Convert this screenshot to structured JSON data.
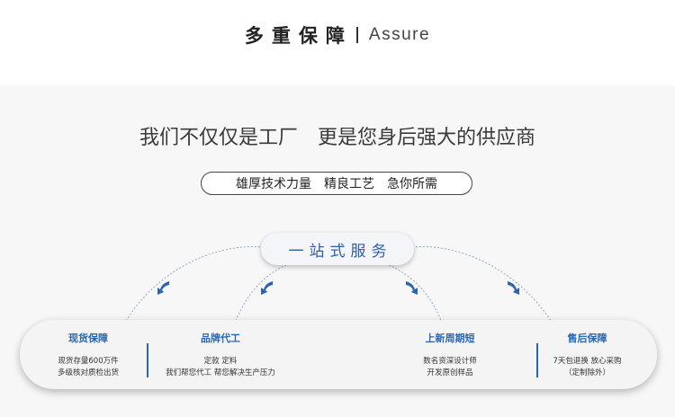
{
  "header": {
    "title_cn": "多重保障",
    "title_en": "Assure"
  },
  "slogan": "我们不仅仅是工厂　更是您身后强大的供应商",
  "pill": "雄厚技术力量　精良工艺　急你所需",
  "service": "一站式服务",
  "features": [
    {
      "title": "现货保障",
      "lines": [
        "现货存量600万件",
        "多级核对质检出货"
      ]
    },
    {
      "title": "品牌代工",
      "lines": [
        "定款 定料",
        "我们帮您代工 帮您解决生产压力"
      ]
    },
    {
      "title": "上新周期短",
      "lines": [
        "数名资深设计师",
        "开发原创样品"
      ]
    },
    {
      "title": "售后保障",
      "lines": [
        "7天包退换 放心采购",
        "（定制除外）"
      ]
    }
  ],
  "colors": {
    "accent": "#2a66b0",
    "arc": "#8fa9cf"
  },
  "icons": [
    "curved-arrow-icon"
  ]
}
